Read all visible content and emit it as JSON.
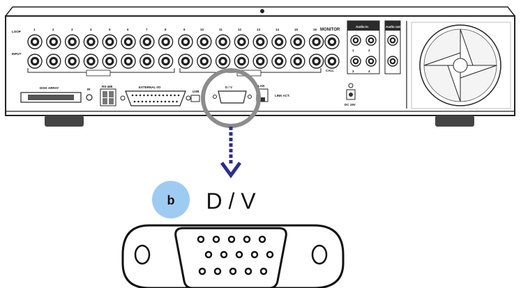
{
  "panel": {
    "row_top_label": "LOOP",
    "row_bottom_label": "INPUT",
    "channel_numbers": [
      "1",
      "2",
      "3",
      "4",
      "5",
      "6",
      "7",
      "8",
      "9",
      "10",
      "11",
      "12",
      "13",
      "14",
      "15",
      "16"
    ],
    "monitor_label": "MONITOR",
    "call_label": "CALL",
    "audio_in_label": "Audio In",
    "audio_out_label": "Audio out",
    "audio_in_numbers": [
      "1",
      "2",
      "3",
      "4"
    ],
    "disk_array_label": "DISK ARRAY",
    "ir_label": "IR",
    "rs485_label": "RS-485",
    "external_io_label": "EXTERNAL I/O",
    "usb_label": "USB",
    "dv_small_label": "D / V",
    "lan_label": "LAN",
    "link_act_label": "LINK ACT.",
    "dc_label": "DC 19V"
  },
  "callout": {
    "badge_letter": "b",
    "connector_title": "D / V"
  },
  "colors": {
    "highlight_ring": "#8c8c8c",
    "arrow": "#2a2f8f",
    "badge": "#9ecbf2"
  }
}
